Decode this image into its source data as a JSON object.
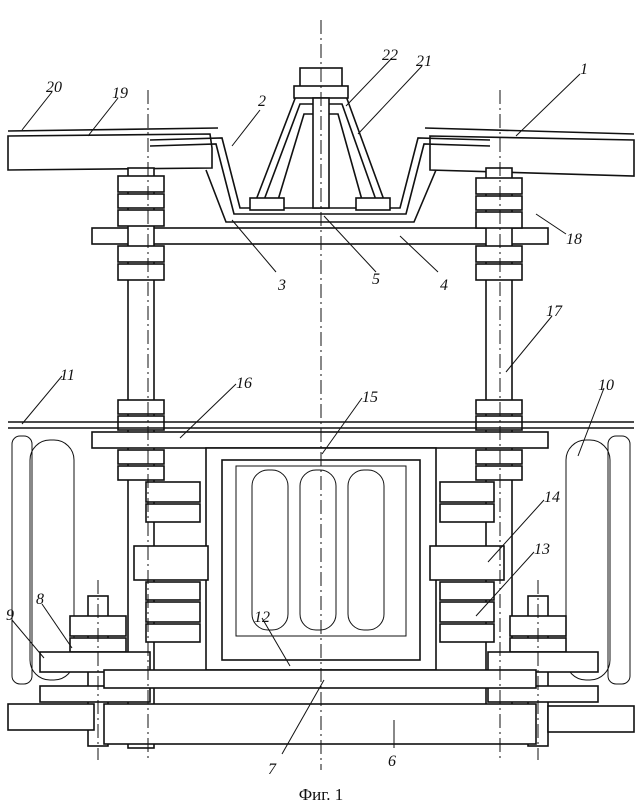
{
  "figure": {
    "caption": "Фиг. 1",
    "labels": [
      "1",
      "2",
      "3",
      "4",
      "5",
      "6",
      "7",
      "8",
      "9",
      "10",
      "11",
      "12",
      "13",
      "14",
      "15",
      "16",
      "17",
      "18",
      "19",
      "20",
      "21",
      "22"
    ]
  }
}
